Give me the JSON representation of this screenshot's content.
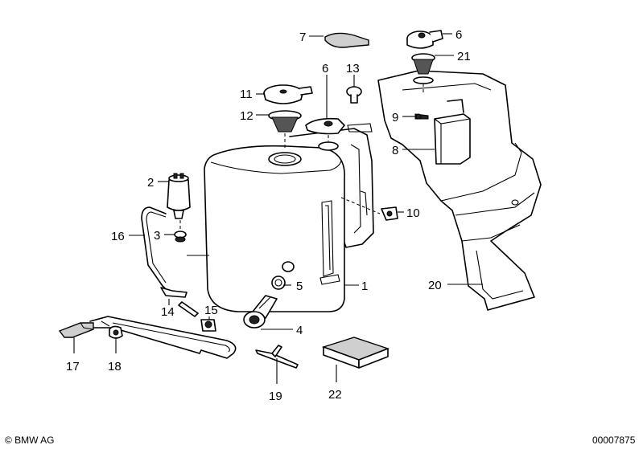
{
  "labels": {
    "p1": "1",
    "p2": "2",
    "p3": "3",
    "p4": "4",
    "p5": "5",
    "p6a": "6",
    "p6b": "6",
    "p7": "7",
    "p8": "8",
    "p9": "9",
    "p10": "10",
    "p11": "11",
    "p12": "12",
    "p13": "13",
    "p14": "14",
    "p15": "15",
    "p16": "16",
    "p17": "17",
    "p18": "18",
    "p19": "19",
    "p20": "20",
    "p21": "21",
    "p22": "22"
  },
  "footer": {
    "copyright": "© BMW AG",
    "drawing_number": "00007875"
  }
}
